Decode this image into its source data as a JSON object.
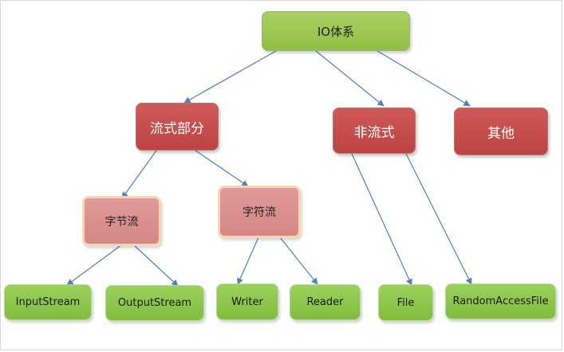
{
  "diagram": {
    "root": {
      "label": "IO体系"
    },
    "categories": [
      {
        "label": "流式部分"
      },
      {
        "label": "非流式"
      },
      {
        "label": "其他"
      }
    ],
    "streams": [
      {
        "label": "字节流"
      },
      {
        "label": "字符流"
      }
    ],
    "leaves": [
      {
        "label": "InputStream"
      },
      {
        "label": "OutputStream"
      },
      {
        "label": "Writer"
      },
      {
        "label": "Reader"
      },
      {
        "label": "File"
      },
      {
        "label": "RandomAccessFile"
      }
    ]
  },
  "colors": {
    "root": "#9cc653",
    "category": "#c54d4b",
    "stream": "#dc9291",
    "stream_border": "#f5d7b2",
    "leaf": "#8cc84b",
    "connector": "#4f81bd"
  }
}
